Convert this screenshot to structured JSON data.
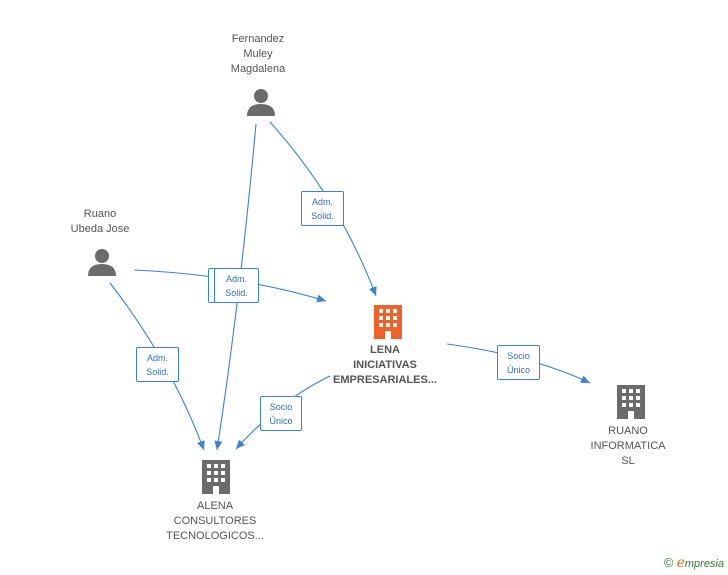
{
  "nodes": {
    "fernandez": {
      "label": "Fernandez\nMuley\nMagdalena",
      "type": "person"
    },
    "ruano_jose": {
      "label": "Ruano\nUbeda Jose",
      "type": "person"
    },
    "lena": {
      "label": "LENA\nINICIATIVAS\nEMPRESARIALES...",
      "type": "company-main"
    },
    "alena": {
      "label": "ALENA\nCONSULTORES\nTECNOLOGICOS...",
      "type": "company"
    },
    "ruano_inf": {
      "label": "RUANO\nINFORMATICA\nSL",
      "type": "company"
    }
  },
  "edges": {
    "e1": {
      "label": "Adm.\nSolid."
    },
    "e2": {
      "label": "Adm.\nSolid."
    },
    "e3": {
      "label": "Adm.\nSolid."
    },
    "e4": {
      "label": "Socio\nÚnico"
    },
    "e5": {
      "label": "Socio\nÚnico"
    }
  },
  "colors": {
    "edge": "#3a82d6",
    "person_icon": "#6b6b6b",
    "company_icon": "#6b6b6b",
    "main_company_icon": "#f0622a"
  },
  "icons": {
    "person": "person-icon",
    "company": "building-icon"
  },
  "brand": {
    "copyright": "©",
    "e": "e",
    "name": "mpresia"
  }
}
